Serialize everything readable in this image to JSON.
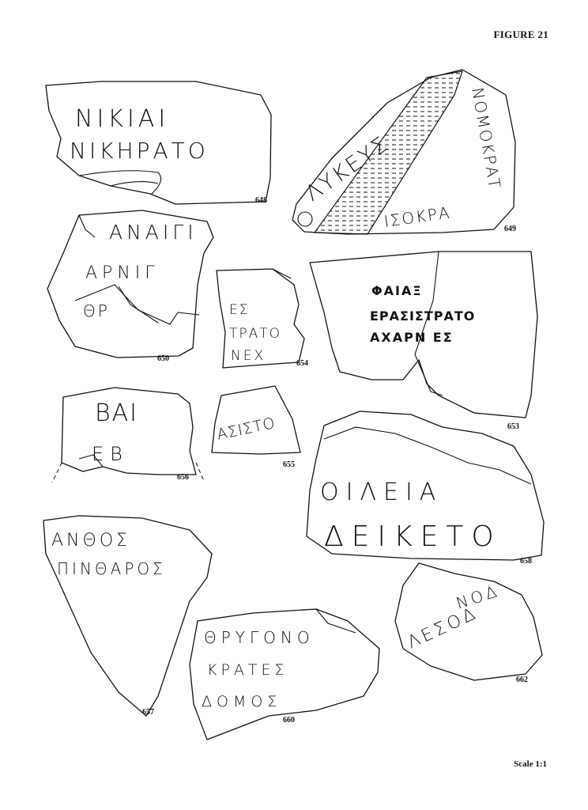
{
  "figure": {
    "title": "FIGURE 21",
    "scale": "Scale 1:1"
  },
  "fragments": [
    {
      "id": "648",
      "lines": [
        "ΝΙΚΙΑΙ",
        "ΝΙΚΗΡΑΤΟ"
      ]
    },
    {
      "id": "649",
      "lines": [
        "ΛΥΚΕΥΣ",
        "ΙΣΟΚΡΑ",
        "ΝΟΜΟΚΡΑΤ"
      ]
    },
    {
      "id": "650",
      "lines": [
        "ΑΝΑΙΓΙ",
        "ΑΡΝΙΓ",
        "ΘΡ"
      ]
    },
    {
      "id": "654",
      "lines": [
        "ΕΣ",
        "ΤΡΑΤΟ",
        "ΝΕΧ"
      ]
    },
    {
      "id": "653",
      "lines": [
        "ΦΑΙΑΞ",
        "ΕΡΑΣΙΣΤΡΑΤΟ",
        "ΑΧΑΡΝ ΕΣ"
      ]
    },
    {
      "id": "656",
      "lines": [
        "ΒΑΙ",
        "ΕΒ"
      ]
    },
    {
      "id": "655",
      "lines": [
        "ΑΣΙΣΤΟ"
      ]
    },
    {
      "id": "658",
      "lines": [
        "ΟΙΛΕΙΑ",
        "ΔΕΙΚΕΤΟ"
      ]
    },
    {
      "id": "657",
      "lines": [
        "ΑΝΘΟΣ",
        "ΠΙΝΘΑΡΟΣ"
      ]
    },
    {
      "id": "662",
      "lines": [
        "ΝΟΔ",
        "ΛΕΣΟΔ"
      ]
    },
    {
      "id": "660",
      "lines": [
        "ΘΡΥΓΟΝΟ",
        "ΚΡΑΤΕΣ",
        "ΔΟΜΟΣ"
      ]
    }
  ]
}
